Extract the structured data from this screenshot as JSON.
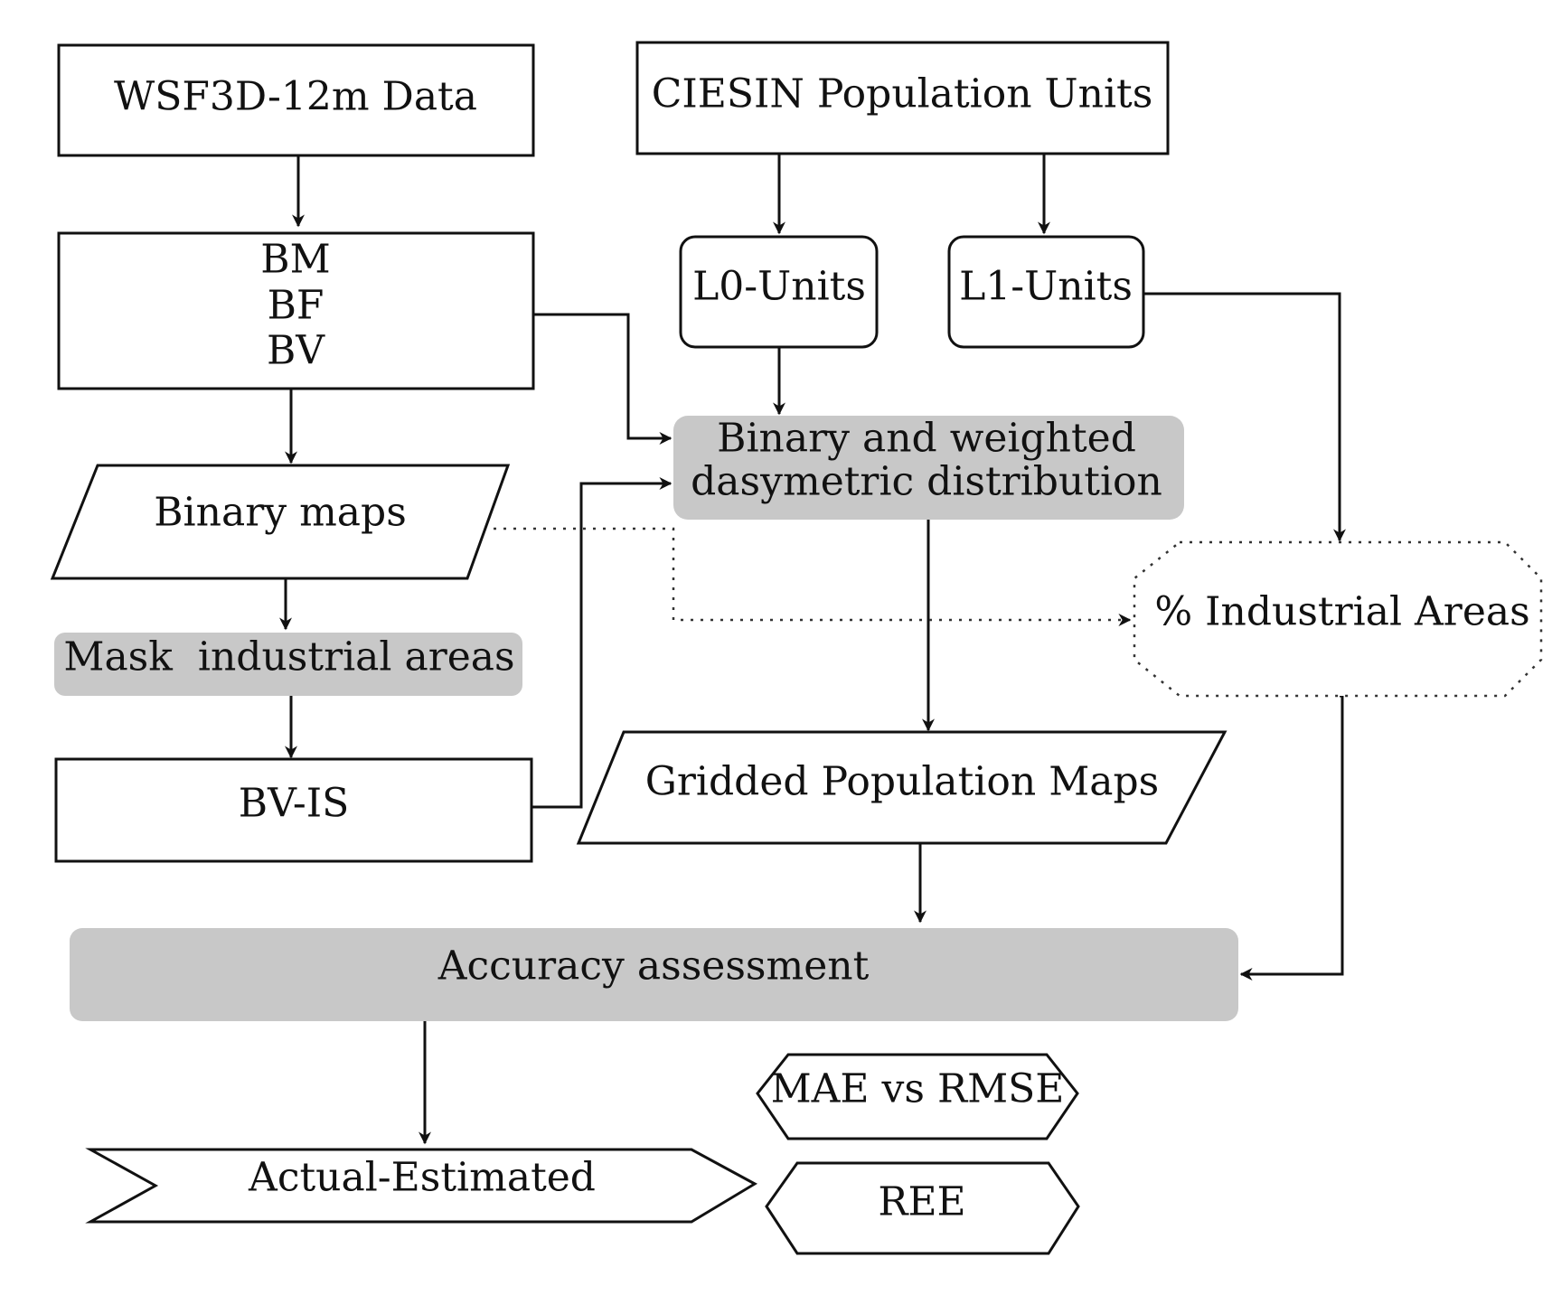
{
  "colors": {
    "process_gray": "#c8c8c8",
    "data_blue": "#a6cff5",
    "stroke": "#111111"
  },
  "nodes": {
    "wsf3d": "WSF3D-12m Data",
    "ciesin": "CIESIN Population Units",
    "bm": "BM",
    "bf": "BF",
    "bv": "BV",
    "l0": "L0-Units",
    "l1": "L1-Units",
    "distribution_line1": "Binary and weighted",
    "distribution_line2": "dasymetric distribution",
    "binary_maps": "Binary maps",
    "industrial_pct": "% Industrial Areas",
    "mask": "Mask  industrial areas",
    "gridded": "Gridded Population Maps",
    "bv_is": "BV-IS",
    "accuracy": "Accuracy assessment",
    "mae_rmse": "MAE vs RMSE",
    "actual_estimated": "Actual-Estimated",
    "ree": "REE"
  }
}
